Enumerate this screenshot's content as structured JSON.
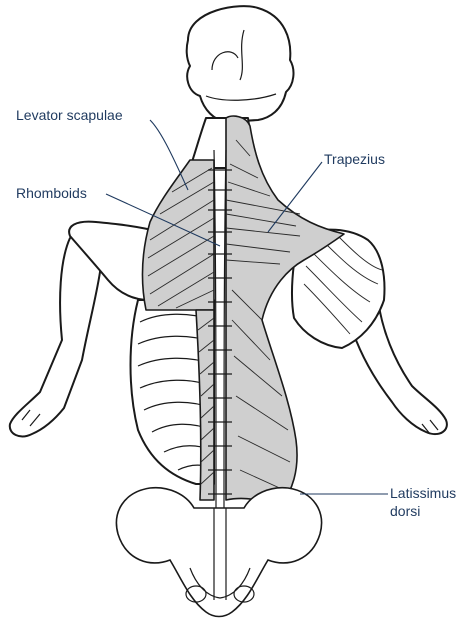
{
  "labels": {
    "levator_scapulae": "Levator scapulae",
    "rhomboids": "Rhomboids",
    "trapezius": "Trapezius",
    "latissimus_line1": "Latissimus",
    "latissimus_line2": "dorsi"
  },
  "colors": {
    "label_text": "#1f3a5f",
    "muscle_fill": "#cfcfcf",
    "outline": "#1a1a1a"
  }
}
